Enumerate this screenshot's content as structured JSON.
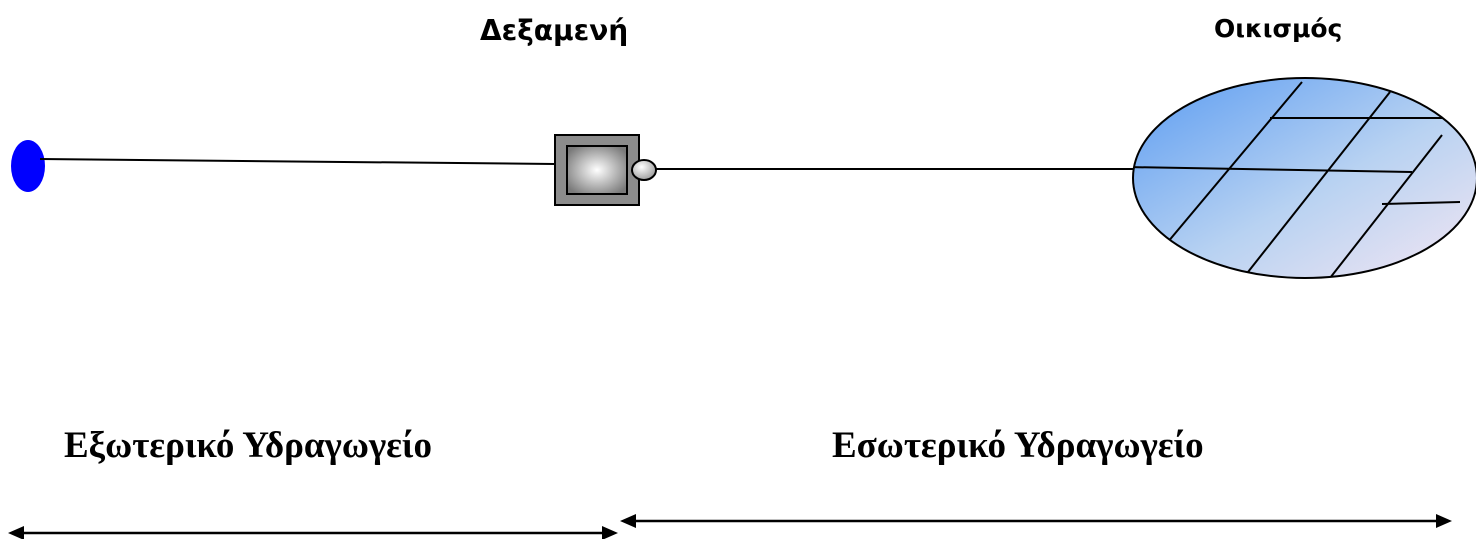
{
  "labels": {
    "tank": "Δεξαμενή",
    "settlement": "Οικισμός",
    "external_aqueduct": "Εξωτερικό Υδραγωγείο",
    "internal_aqueduct": "Εσωτερικό Υδραγωγείο"
  },
  "colors": {
    "source": "#0000ff",
    "line": "#000000",
    "tank_body": "#808080",
    "settlement_fill_from": "#6fa8f0",
    "settlement_fill_to": "#efe4f2"
  },
  "icons": {
    "source": "water-source-icon",
    "tank": "tank-icon",
    "valve": "valve-icon",
    "settlement": "settlement-icon"
  }
}
